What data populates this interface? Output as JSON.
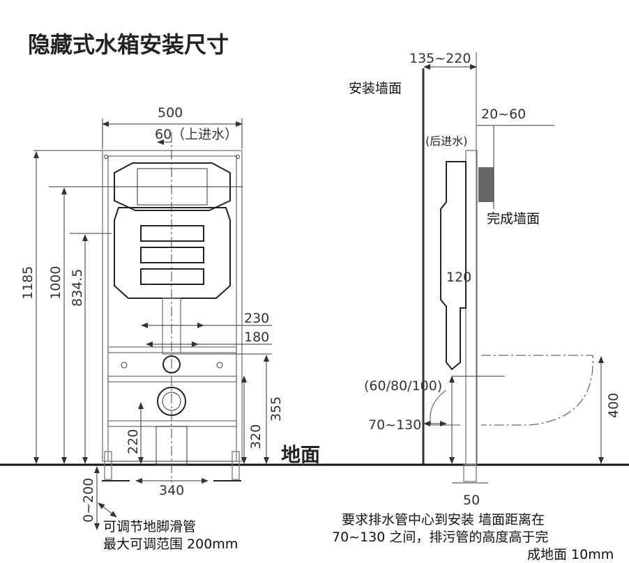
{
  "title": "隐藏式水箱安装尺寸",
  "front_view": {
    "width_500": "500",
    "inlet_60": "60（上进水）",
    "h_1185": "1185",
    "h_1000": "1000",
    "h_834": "834.5",
    "w_230": "230",
    "w_180": "180",
    "h_355": "355",
    "h_320": "320",
    "h_220": "220",
    "w_340": "340",
    "floor": "地面",
    "leg_range": "0~200",
    "leg_note_1": "可调节地脚滑管",
    "leg_note_2": "最大可调范围 200mm"
  },
  "side_view": {
    "d_135_220": "135~220",
    "install_wall": "安装墙面",
    "d_20_60": "20~60",
    "rear_inlet": "(后进水)",
    "finished_wall": "完成墙面",
    "d_120": "120",
    "pipe_sizes": "(60/80/100)",
    "d_70_130": "70~130",
    "h_400": "400",
    "d_50": "50",
    "note_1": "要求排水管中心到安装 墙面距离在",
    "note_2": "70~130 之间，排污管的高度高于完",
    "note_3": "成地面 10mm"
  }
}
